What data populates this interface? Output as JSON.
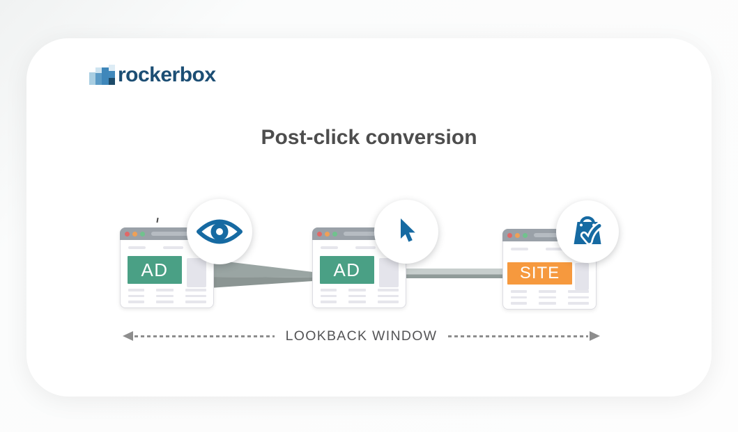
{
  "brand": {
    "name": "rockerbox",
    "color": "#1c4e74",
    "icon": "pixel-bar-chart-icon",
    "icon_colors": [
      "#a9cee2",
      "#cde3f0",
      "#5b9bc6",
      "#3f87ba",
      "#ddecf5",
      "#4189bc",
      "#1d4b69"
    ]
  },
  "title": "Post-click conversion",
  "diagram": {
    "windows": [
      {
        "label": "AD",
        "box_color": "#4aa085",
        "badge_icon": "eye-icon"
      },
      {
        "label": "AD",
        "box_color": "#4aa085",
        "badge_icon": "cursor-icon"
      },
      {
        "label": "SITE",
        "box_color": "#f6993e",
        "badge_icon": "shopping-bag-check-icon"
      }
    ],
    "browser_dots": [
      "#e16867",
      "#efa057",
      "#70c28d"
    ],
    "icon_color": "#166aa2",
    "connector_colors": {
      "taper_top": "#9aa5a3",
      "taper_bottom": "#8b9593",
      "bar_top": "#c7cecd",
      "bar_bottom": "#909b99"
    }
  },
  "lookback": {
    "label": "LOOKBACK WINDOW",
    "arrow_color": "#8d8d8d"
  }
}
